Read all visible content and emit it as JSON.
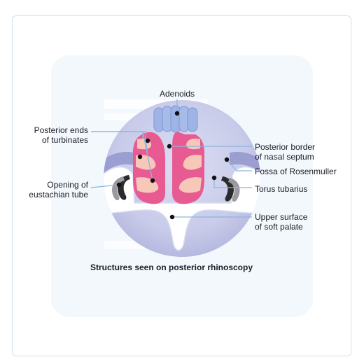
{
  "labels": {
    "adenoids": "Adenoids",
    "posterior_ends_line1": "Posterior ends",
    "posterior_ends_line2": "of turbinates",
    "opening_line1": "Opening of",
    "opening_line2": "eustachian tube",
    "septum_line1": "Posterior border",
    "septum_line2": "of nasal septum",
    "fossa": "Fossa of Rosenmuller",
    "torus": "Torus tubarius",
    "palate_line1": "Upper surface",
    "palate_line2": "of soft palate"
  },
  "caption": "Structures seen on posterior rhinoscopy",
  "colors": {
    "circle_fill": "#c6c9e8",
    "choana_fill": "#e85a92",
    "turbinate_fill": "#f7c7b9",
    "adenoid_fill": "#9fb4e6",
    "leader_line": "#8ab6de",
    "marker": "#111111"
  }
}
